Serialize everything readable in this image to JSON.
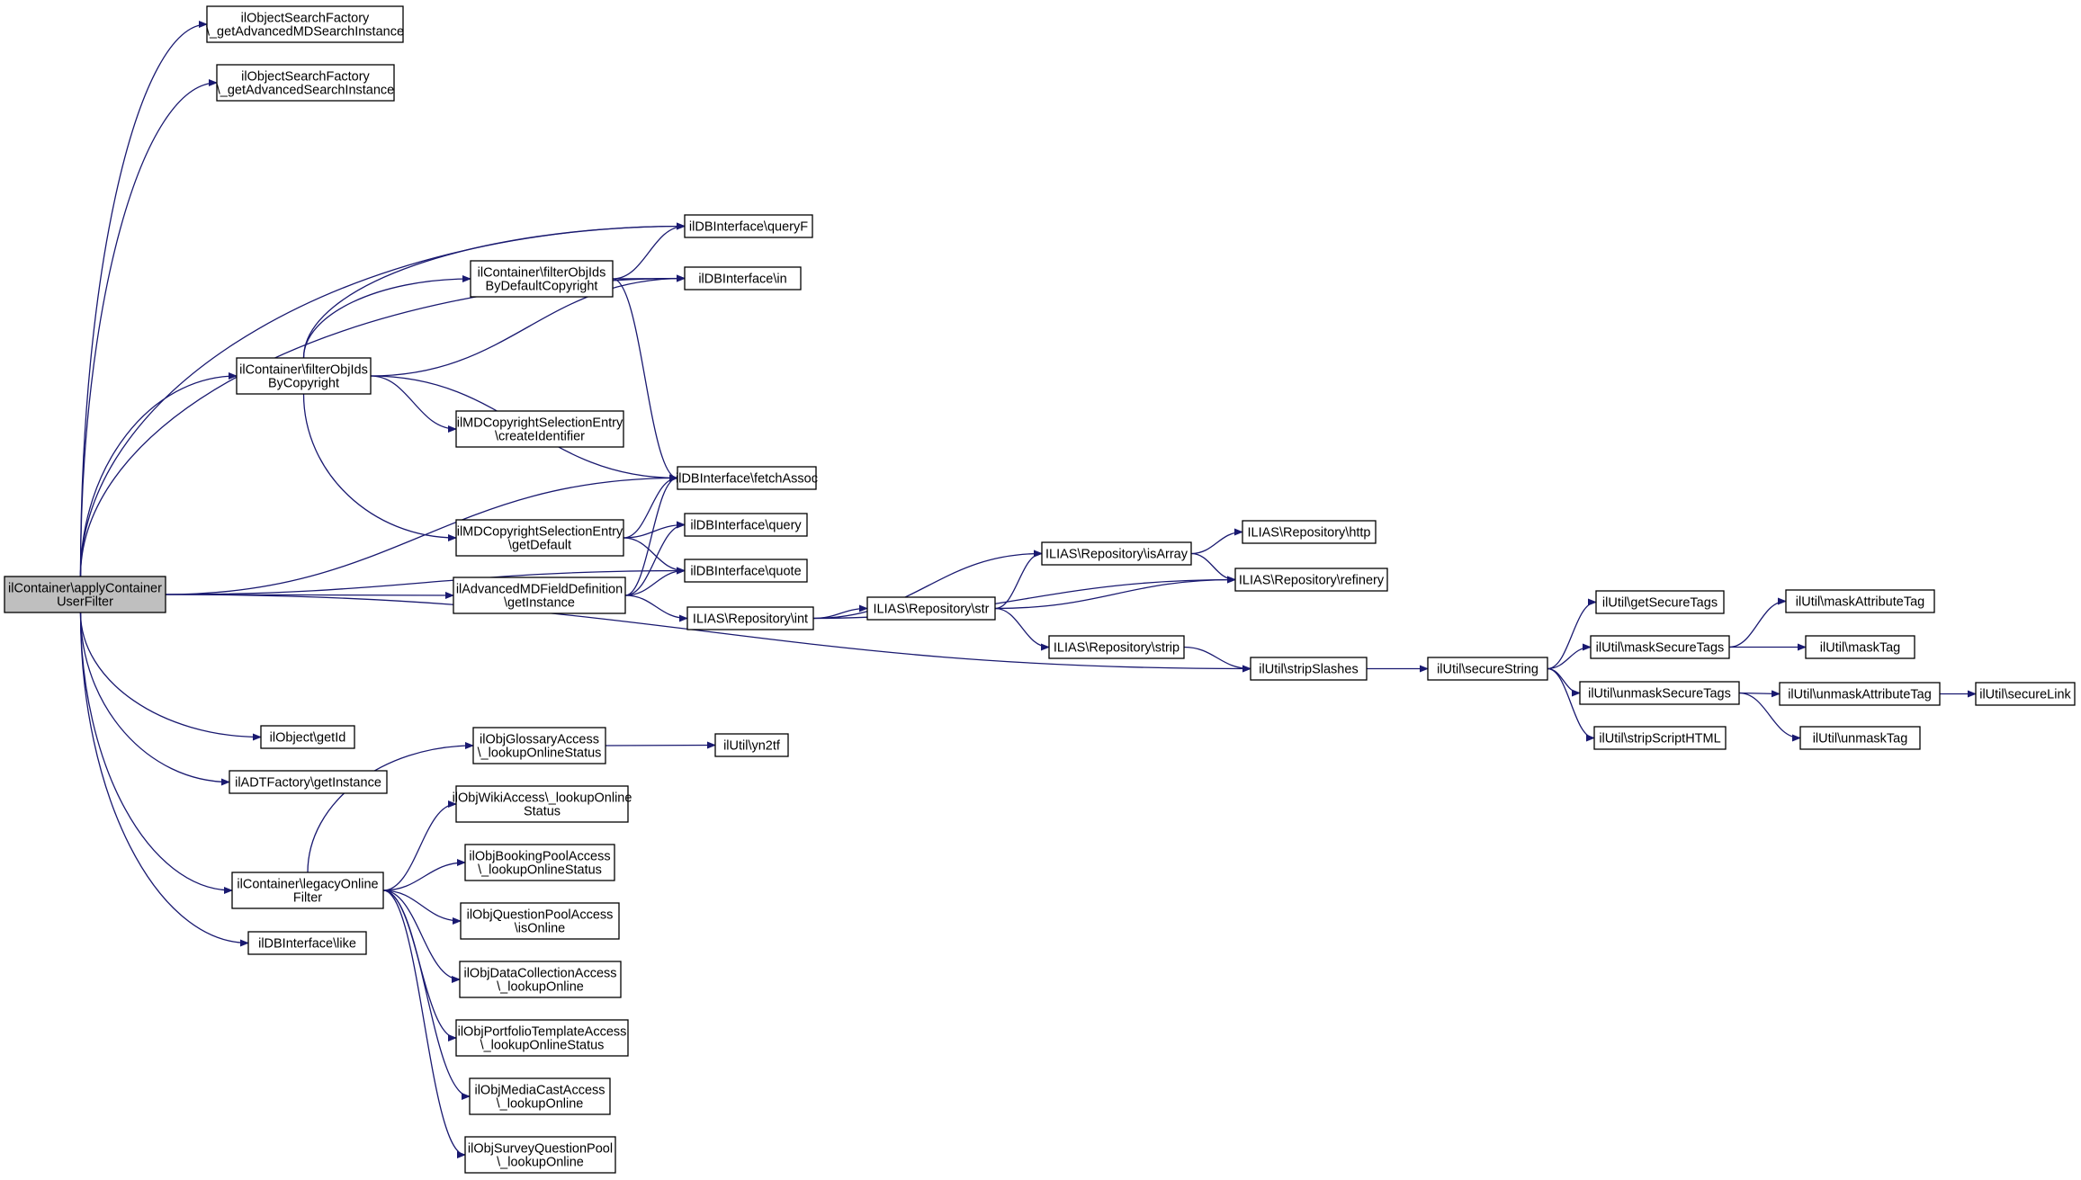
{
  "colors": {
    "edge": "#191970",
    "root_fill": "#bfbfbf",
    "node_fill": "#ffffff",
    "node_border": "#000000"
  },
  "nodes": [
    {
      "id": "root",
      "lines": [
        "ilContainer\\applyContainer",
        "UserFilter"
      ],
      "root": true
    },
    {
      "id": "adv_md_search",
      "lines": [
        "ilObjectSearchFactory",
        "\\_getAdvancedMDSearchInstance"
      ]
    },
    {
      "id": "adv_search",
      "lines": [
        "ilObjectSearchFactory",
        "\\_getAdvancedSearchInstance"
      ]
    },
    {
      "id": "queryF",
      "lines": [
        "ilDBInterface\\queryF"
      ]
    },
    {
      "id": "in",
      "lines": [
        "ilDBInterface\\in"
      ]
    },
    {
      "id": "filter_default",
      "lines": [
        "ilContainer\\filterObjIds",
        "ByDefaultCopyright"
      ]
    },
    {
      "id": "filter_copyright",
      "lines": [
        "ilContainer\\filterObjIds",
        "ByCopyright"
      ]
    },
    {
      "id": "md_create",
      "lines": [
        "ilMDCopyrightSelectionEntry",
        "\\createIdentifier"
      ]
    },
    {
      "id": "fetchAssoc",
      "lines": [
        "ilDBInterface\\fetchAssoc"
      ]
    },
    {
      "id": "md_default",
      "lines": [
        "ilMDCopyrightSelectionEntry",
        "\\getDefault"
      ]
    },
    {
      "id": "query",
      "lines": [
        "ilDBInterface\\query"
      ]
    },
    {
      "id": "quote",
      "lines": [
        "ilDBInterface\\quote"
      ]
    },
    {
      "id": "adv_field",
      "lines": [
        "ilAdvancedMDFieldDefinition",
        "\\getInstance"
      ]
    },
    {
      "id": "repo_int",
      "lines": [
        "ILIAS\\Repository\\int"
      ]
    },
    {
      "id": "repo_str",
      "lines": [
        "ILIAS\\Repository\\str"
      ]
    },
    {
      "id": "repo_isarray",
      "lines": [
        "ILIAS\\Repository\\isArray"
      ]
    },
    {
      "id": "repo_http",
      "lines": [
        "ILIAS\\Repository\\http"
      ]
    },
    {
      "id": "repo_refinery",
      "lines": [
        "ILIAS\\Repository\\refinery"
      ]
    },
    {
      "id": "repo_strip",
      "lines": [
        "ILIAS\\Repository\\strip"
      ]
    },
    {
      "id": "strip_slashes",
      "lines": [
        "ilUtil\\stripSlashes"
      ]
    },
    {
      "id": "secure_string",
      "lines": [
        "ilUtil\\secureString"
      ]
    },
    {
      "id": "get_secure_tags",
      "lines": [
        "ilUtil\\getSecureTags"
      ]
    },
    {
      "id": "mask_secure_tags",
      "lines": [
        "ilUtil\\maskSecureTags"
      ]
    },
    {
      "id": "unmask_secure_tags",
      "lines": [
        "ilUtil\\unmaskSecureTags"
      ]
    },
    {
      "id": "strip_script",
      "lines": [
        "ilUtil\\stripScriptHTML"
      ]
    },
    {
      "id": "mask_attr",
      "lines": [
        "ilUtil\\maskAttributeTag"
      ]
    },
    {
      "id": "mask_tag",
      "lines": [
        "ilUtil\\maskTag"
      ]
    },
    {
      "id": "unmask_attr",
      "lines": [
        "ilUtil\\unmaskAttributeTag"
      ]
    },
    {
      "id": "unmask_tag",
      "lines": [
        "ilUtil\\unmaskTag"
      ]
    },
    {
      "id": "secure_link",
      "lines": [
        "ilUtil\\secureLink"
      ]
    },
    {
      "id": "obj_getid",
      "lines": [
        "ilObject\\getId"
      ]
    },
    {
      "id": "adt_factory",
      "lines": [
        "ilADTFactory\\getInstance"
      ]
    },
    {
      "id": "legacy_online",
      "lines": [
        "ilContainer\\legacyOnline",
        "Filter"
      ]
    },
    {
      "id": "db_like",
      "lines": [
        "ilDBInterface\\like"
      ]
    },
    {
      "id": "glossary",
      "lines": [
        "ilObjGlossaryAccess",
        "\\_lookupOnlineStatus"
      ]
    },
    {
      "id": "yn2tf",
      "lines": [
        "ilUtil\\yn2tf"
      ]
    },
    {
      "id": "wiki",
      "lines": [
        "ilObjWikiAccess\\_lookupOnline",
        "Status"
      ]
    },
    {
      "id": "booking",
      "lines": [
        "ilObjBookingPoolAccess",
        "\\_lookupOnlineStatus"
      ]
    },
    {
      "id": "question_pool",
      "lines": [
        "ilObjQuestionPoolAccess",
        "\\isOnline"
      ]
    },
    {
      "id": "data_collection",
      "lines": [
        "ilObjDataCollectionAccess",
        "\\_lookupOnline"
      ]
    },
    {
      "id": "portfolio",
      "lines": [
        "ilObjPortfolioTemplateAccess",
        "\\_lookupOnlineStatus"
      ]
    },
    {
      "id": "media_cast",
      "lines": [
        "ilObjMediaCastAccess",
        "\\_lookupOnline"
      ]
    },
    {
      "id": "survey",
      "lines": [
        "ilObjSurveyQuestionPool",
        "\\_lookupOnline"
      ]
    }
  ],
  "edges": [
    [
      "root",
      "adv_md_search"
    ],
    [
      "root",
      "adv_search"
    ],
    [
      "root",
      "queryF"
    ],
    [
      "root",
      "in"
    ],
    [
      "root",
      "filter_copyright"
    ],
    [
      "root",
      "fetchAssoc"
    ],
    [
      "root",
      "adv_field"
    ],
    [
      "root",
      "quote"
    ],
    [
      "root",
      "strip_slashes"
    ],
    [
      "root",
      "obj_getid"
    ],
    [
      "root",
      "adt_factory"
    ],
    [
      "root",
      "legacy_online"
    ],
    [
      "root",
      "db_like"
    ],
    [
      "filter_copyright",
      "queryF"
    ],
    [
      "filter_copyright",
      "filter_default"
    ],
    [
      "filter_copyright",
      "in"
    ],
    [
      "filter_copyright",
      "md_create"
    ],
    [
      "filter_copyright",
      "fetchAssoc"
    ],
    [
      "filter_copyright",
      "md_default"
    ],
    [
      "filter_default",
      "queryF"
    ],
    [
      "filter_default",
      "in"
    ],
    [
      "filter_default",
      "fetchAssoc"
    ],
    [
      "md_default",
      "fetchAssoc"
    ],
    [
      "md_default",
      "query"
    ],
    [
      "md_default",
      "quote"
    ],
    [
      "adv_field",
      "fetchAssoc"
    ],
    [
      "adv_field",
      "query"
    ],
    [
      "adv_field",
      "quote"
    ],
    [
      "adv_field",
      "repo_int"
    ],
    [
      "repo_int",
      "repo_isarray"
    ],
    [
      "repo_int",
      "repo_refinery"
    ],
    [
      "repo_int",
      "repo_str"
    ],
    [
      "repo_str",
      "repo_isarray"
    ],
    [
      "repo_str",
      "repo_refinery"
    ],
    [
      "repo_str",
      "repo_strip"
    ],
    [
      "repo_isarray",
      "repo_http"
    ],
    [
      "repo_isarray",
      "repo_refinery"
    ],
    [
      "repo_strip",
      "strip_slashes"
    ],
    [
      "strip_slashes",
      "secure_string"
    ],
    [
      "secure_string",
      "get_secure_tags"
    ],
    [
      "secure_string",
      "mask_secure_tags"
    ],
    [
      "secure_string",
      "unmask_secure_tags"
    ],
    [
      "secure_string",
      "strip_script"
    ],
    [
      "mask_secure_tags",
      "mask_attr"
    ],
    [
      "mask_secure_tags",
      "mask_tag"
    ],
    [
      "unmask_secure_tags",
      "unmask_attr"
    ],
    [
      "unmask_secure_tags",
      "unmask_tag"
    ],
    [
      "unmask_attr",
      "secure_link"
    ],
    [
      "legacy_online",
      "glossary"
    ],
    [
      "glossary",
      "yn2tf"
    ],
    [
      "legacy_online",
      "wiki"
    ],
    [
      "legacy_online",
      "booking"
    ],
    [
      "legacy_online",
      "question_pool"
    ],
    [
      "legacy_online",
      "data_collection"
    ],
    [
      "legacy_online",
      "portfolio"
    ],
    [
      "legacy_online",
      "media_cast"
    ],
    [
      "legacy_online",
      "survey"
    ]
  ]
}
